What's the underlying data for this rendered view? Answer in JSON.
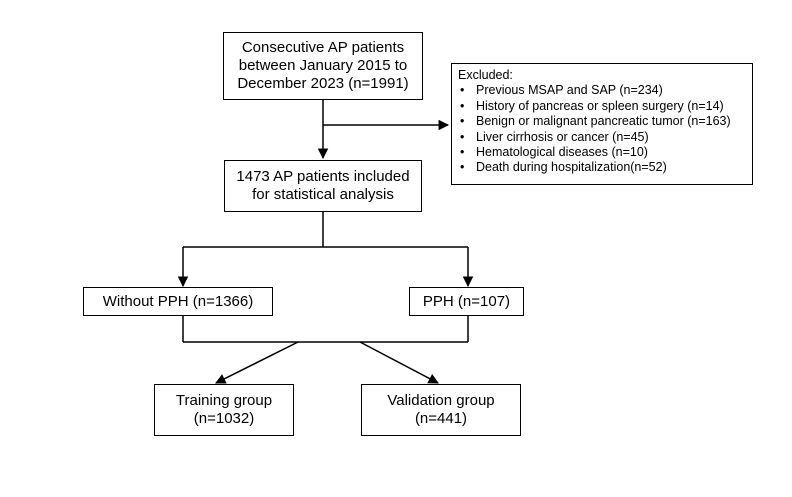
{
  "boxes": {
    "top": [
      "Consecutive AP patients",
      "between January 2015 to",
      "December 2023 (n=1991)"
    ],
    "included": [
      "1473 AP patients included",
      "for statistical analysis"
    ],
    "without_pph": "Without PPH (n=1366)",
    "pph": "PPH (n=107)",
    "training": [
      "Training group",
      "(n=1032)"
    ],
    "validation": [
      "Validation group",
      "(n=441)"
    ]
  },
  "excluded": {
    "title": "Excluded:",
    "items": [
      "Previous MSAP and SAP (n=234)",
      "History of pancreas or spleen surgery (n=14)",
      "Benign or malignant pancreatic tumor (n=163)",
      "Liver cirrhosis or cancer (n=45)",
      "Hematological diseases (n=10)",
      "Death during hospitalization(n=52)"
    ]
  }
}
